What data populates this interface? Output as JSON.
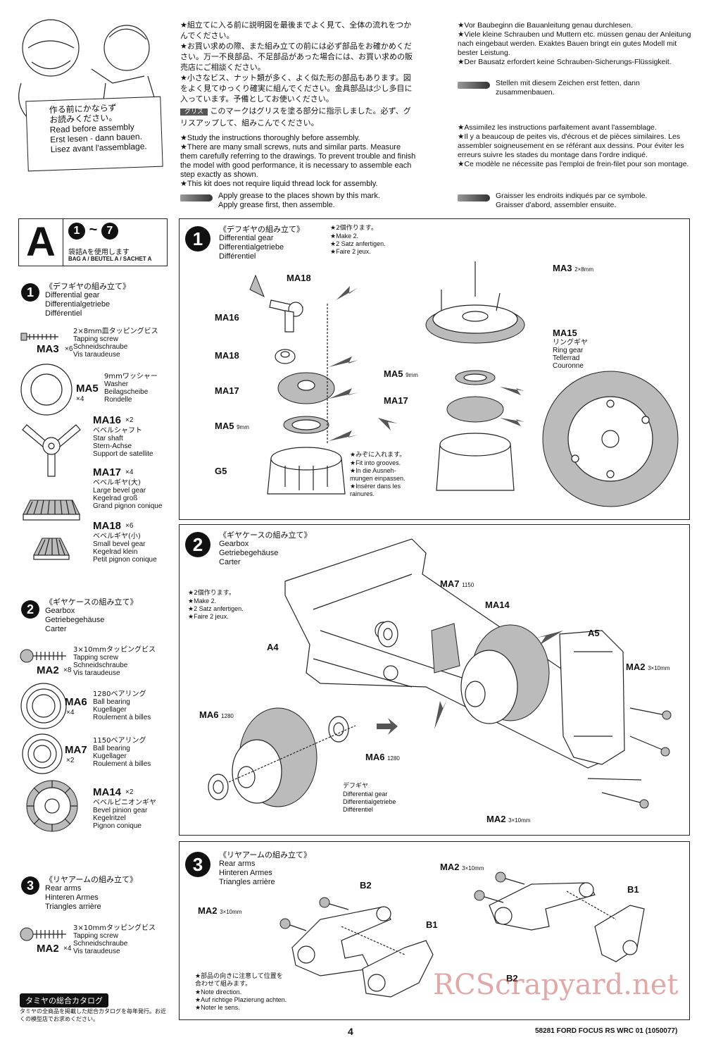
{
  "header": {
    "jp_box": [
      "作る前にかならず",
      "お読みください。"
    ],
    "en_box": [
      "Read before assembly",
      "Erst lesen - dann bauen.",
      "Lisez avant l'assemblage."
    ],
    "jp_notes": "★組立てに入る前に説明図を最後までよく見て、全体の流れをつかんでください。\n★お買い求めの際、また組み立ての前には必ず部品をお確かめください。万一不良部品、不足部品があった場合には、お買い求めの販売店にご相談ください。\n★小さなビス、ナット類が多く、よく似た形の部品もあります。図をよく見てゆっくり確実に組んでください。金具部品は少し多目に入っています。予備としてお使いください。",
    "grease_tag": "グリス",
    "grease_jp": "このマークはグリスを塗る部分に指示しました。必ず、グリスアップして、組みこんでください。",
    "en_notes": "★Study the instructions thoroughly before assembly.\n★There are many small screws, nuts and similar parts. Measure them carefully referring to the drawings. To prevent trouble and finish the model with good performance, it is necessary to assemble each step exactly as shown.\n★This kit does not require liquid thread lock for assembly.",
    "en_grease": "Apply grease to the places shown by this mark.\nApply grease first, then assemble.",
    "de_notes": "★Vor Baubeginn die Bauanleitung genau durchlesen.\n★Viele kleine Schrauben und Muttern etc. müssen genau der Anleitung nach eingebaut werden. Exaktes Bauen bringt ein gutes Modell mit bester Leistung.\n★Der Bausatz erfordert keine Schrauben-Sicherungs-Flüssigkeit.",
    "de_grease": "Stellen mit diesem Zeichen erst fetten, dann zusammenbauen.",
    "fr_notes": "★Assimilez les instructions parfaitement avant l'assemblage.\n★Il y a beaucoup de peites vis, d'écrous et de pièces similaires. Les assembler soigneusement en se référant aux dessins. Pour éviter les erreurs suivre les stades du montage dans l'ordre indiqué.\n★Ce modèle ne nécessite pas l'emploi de frein-filet pour son montage.",
    "fr_grease": "Graisser les endroits indiqués par ce symbole.\nGraisser d'abord, assembler ensuite."
  },
  "bag": {
    "letter": "A",
    "steps": "1~7",
    "jp": "袋詰Aを使用します",
    "label": "BAG A / BEUTEL A / SACHET A"
  },
  "sidebar": {
    "step1": {
      "num": "1",
      "title_jp": "《デフギヤの組み立て》",
      "title": [
        "Differential gear",
        "Differentialgetriebe",
        "Différentiel"
      ],
      "parts": [
        {
          "code": "MA3",
          "qty": "×6",
          "spec": "2×8mm皿タッピングビス",
          "names": [
            "Tapping screw",
            "Schneidschraube",
            "Vis taraudeuse"
          ]
        },
        {
          "code": "MA5",
          "qty": "×4",
          "spec": "9mmワッシャー",
          "names": [
            "Washer",
            "Beilagscheibe",
            "Rondelle"
          ]
        },
        {
          "code": "MA16",
          "qty": "×2",
          "spec": "ベベルシャフト",
          "names": [
            "Star shaft",
            "Stern-Achse",
            "Support de satellite"
          ]
        },
        {
          "code": "MA17",
          "qty": "×4",
          "spec": "ベベルギヤ(大)",
          "names": [
            "Large bevel gear",
            "Kegelrad groß",
            "Grand pignon conique"
          ]
        },
        {
          "code": "MA18",
          "qty": "×6",
          "spec": "ベベルギヤ(小)",
          "names": [
            "Small bevel gear",
            "Kegelrad klein",
            "Petit pignon conique"
          ]
        }
      ]
    },
    "step2": {
      "num": "2",
      "title_jp": "《ギヤケースの組み立て》",
      "title": [
        "Gearbox",
        "Getriebegehäuse",
        "Carter"
      ],
      "parts": [
        {
          "code": "MA2",
          "qty": "×8",
          "spec": "3×10mmタッピングビス",
          "names": [
            "Tapping screw",
            "Schneidschraube",
            "Vis taraudeuse"
          ]
        },
        {
          "code": "MA6",
          "qty": "×4",
          "spec": "1280ベアリング",
          "names": [
            "Ball bearing",
            "Kugellager",
            "Roulement à billes"
          ]
        },
        {
          "code": "MA7",
          "qty": "×2",
          "spec": "1150ベアリング",
          "names": [
            "Ball bearing",
            "Kugellager",
            "Roulement à billes"
          ]
        },
        {
          "code": "MA14",
          "qty": "×2",
          "spec": "ベベルピニオンギヤ",
          "names": [
            "Bevel pinion gear",
            "Kegelritzel",
            "Pignon conique"
          ]
        }
      ]
    },
    "step3": {
      "num": "3",
      "title_jp": "《リヤアームの組み立て》",
      "title": [
        "Rear arms",
        "Hinteren Armes",
        "Triangles arrière"
      ],
      "parts": [
        {
          "code": "MA2",
          "qty": "×4",
          "spec": "3×10mmタッピングビス",
          "names": [
            "Tapping screw",
            "Schneidschraube",
            "Vis taraudeuse"
          ]
        }
      ]
    },
    "catalog": {
      "title": "タミヤの総合カタログ",
      "text": "タミヤの全商品を掲載した総合カタログを毎年発行。お近くの模型店でお求めください。"
    }
  },
  "panel1": {
    "num": "1",
    "title_jp": "《デフギヤの組み立て》",
    "title": [
      "Differential gear",
      "Differentialgetriebe",
      "Différentiel"
    ],
    "make_note": [
      "★2個作ります。",
      "★Make 2.",
      "★2 Satz anfertigen.",
      "★Faire 2 jeux."
    ],
    "labels": {
      "ma18_a": "MA18",
      "ma16": "MA16",
      "ma18_b": "MA18",
      "ma17": "MA17",
      "ma5": "MA5",
      "ma5_sub": "9mm",
      "g5": "G5",
      "ma3": "MA3",
      "ma3_sub": "2×8mm",
      "ma15": "MA15",
      "ma5_r": "MA5",
      "ma5_r_sub": "9mm",
      "ma17_r": "MA17"
    },
    "ring_gear": [
      "リングギヤ",
      "Ring gear",
      "Tellerrad",
      "Couronne"
    ],
    "groove_note": [
      "★みぞに入れます。",
      "★Fit into grooves.",
      "★In die Ausneh-",
      "mungen einpassen.",
      "★Insérer dans les",
      "rainures."
    ]
  },
  "panel2": {
    "num": "2",
    "title_jp": "《ギヤケースの組み立て》",
    "title": [
      "Gearbox",
      "Getriebegehäuse",
      "Carter"
    ],
    "make_note": [
      "★2個作ります。",
      "★Make 2.",
      "★2 Satz anfertigen.",
      "★Faire 2 jeux."
    ],
    "labels": {
      "ma7": "MA7",
      "ma7_sub": "1150",
      "ma14": "MA14",
      "a4": "A4",
      "a5": "A5",
      "ma2_top": "MA2",
      "ma2_top_sub": "3×10mm",
      "ma6_l": "MA6",
      "ma6_l_sub": "1280",
      "ma6_r": "MA6",
      "ma6_r_sub": "1280",
      "ma2_bot": "MA2",
      "ma2_bot_sub": "3×10mm"
    },
    "diff_note": [
      "デフギヤ",
      "Differential gear",
      "Differentialgetriebe",
      "Différentiel"
    ]
  },
  "panel3": {
    "num": "3",
    "title_jp": "《リヤアームの組み立て》",
    "title": [
      "Rear arms",
      "Hinteren Armes",
      "Triangles arrière"
    ],
    "labels": {
      "ma2_l": "MA2",
      "ma2_l_sub": "3×10mm",
      "ma2_r": "MA2",
      "ma2_r_sub": "3×10mm",
      "b2_l": "B2",
      "b1_l": "B1",
      "b1_r": "B1",
      "b2_r": "B2"
    },
    "dir_note": [
      "★部品の向きに注意して位置を",
      "合わせて組みます。",
      "★Note direction.",
      "★Auf richtige Plazierung achten.",
      "★Noter le sens."
    ]
  },
  "footer": {
    "page": "4",
    "code": "58281 FORD FOCUS RS WRC 01 (1050077)",
    "watermark": "RCScrapyard.net"
  }
}
